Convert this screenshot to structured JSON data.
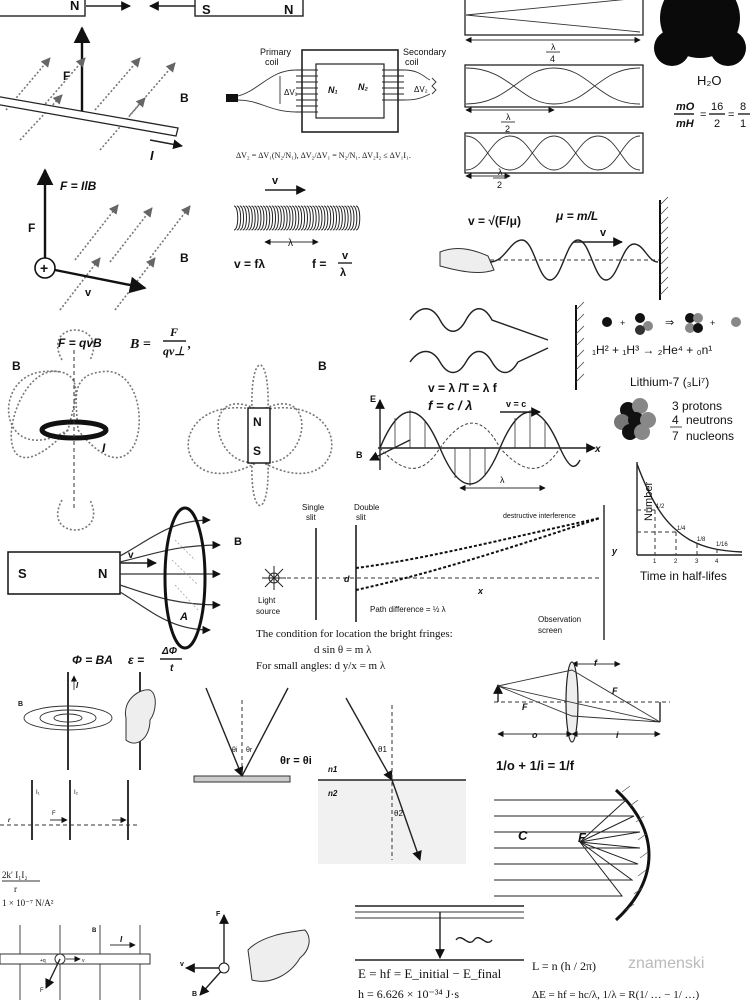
{
  "magnets_top": {
    "left_pole": "N",
    "mid_pole": "S",
    "right_pole": "N"
  },
  "force_wire": {
    "force_label": "F",
    "field_label": "B",
    "current_label": "I"
  },
  "force_wire_eq": {
    "equation": "F = IlB",
    "force_label": "F",
    "field_label": "B"
  },
  "charge": {
    "symbol": "+",
    "velocity_label": "v"
  },
  "lorentz": {
    "force_eq": "F = qvB",
    "b_eq_lhs": "B =",
    "b_eq_num": "F",
    "b_eq_den": "qv⊥",
    "b_eq_tail": ","
  },
  "transformer": {
    "primary_label_1": "Primary",
    "primary_label_2": "coil",
    "secondary_label_1": "Secondary",
    "secondary_label_2": "coil",
    "v1_label": "ΔV₁",
    "v2_label": "ΔV₂",
    "n1_label": "N₁",
    "n2_label": "N₂",
    "equation": "ΔV₂ = ΔV₁(N₂/N₁),   ΔV₂/ΔV₁ = N₂/N₁.   ΔV₂I₂ ≤ ΔV₁I₁."
  },
  "spring_wave": {
    "velocity_label": "v",
    "lambda_label": "λ",
    "eq1": "v = fλ",
    "eq2_lhs": "f =",
    "eq2_num": "v",
    "eq2_den": "λ"
  },
  "standing_waves": {
    "label_1_num": "λ",
    "label_1_den": "4",
    "label_2_num": "λ",
    "label_2_den": "2",
    "label_3_num": "λ",
    "label_3_den": "2"
  },
  "water": {
    "formula": "H₂O",
    "ratio_lhs_num": "mO",
    "ratio_lhs_den": "mH",
    "ratio_mid_num": "16",
    "ratio_mid_den": "2",
    "ratio_rhs_num": "8",
    "ratio_rhs_den": "1"
  },
  "string_wave": {
    "v_eq": "v = √(F/μ)",
    "mu_eq": "μ = m/L",
    "velocity_label": "v"
  },
  "fusion": {
    "equation": "₁H² + ₁H³ → ₂He⁴ + ₀n¹"
  },
  "em_wave": {
    "eq1": "v = λ /T = λ f",
    "eq2": "f = c / λ",
    "e_label": "E",
    "b_label": "B",
    "x_label": "x",
    "v_label": "v = c",
    "lambda_label": "λ"
  },
  "lithium": {
    "title": "Lithium-7  (₃Li⁷)",
    "protons": "3  protons",
    "neutrons_num": "4",
    "neutrons_label": "neutrons",
    "nucleons_num": "7",
    "nucleons_label": "nucleons"
  },
  "field_loops": {
    "b_left": "B",
    "b_right": "B",
    "current_label": "I",
    "magnet_n": "N",
    "magnet_s": "S"
  },
  "decay": {
    "y_label": "Number",
    "x_label": "Time in half-lifes",
    "half": "1/2",
    "quarter": "1/4",
    "eighth": "1/8",
    "sixteenth": "1/16",
    "ticks": [
      "1",
      "2",
      "3",
      "4"
    ]
  },
  "induction_magnet": {
    "s": "S",
    "n": "N",
    "v": "v",
    "b": "B",
    "a": "A"
  },
  "double_slit": {
    "single_slit_1": "Single",
    "single_slit_2": "slit",
    "double_slit_1": "Double",
    "double_slit_2": "slit",
    "light_1": "Light",
    "light_2": "source",
    "d": "d",
    "x": "x",
    "y": "y",
    "destructive": "destructive interference",
    "path_diff": "Path difference = ½ λ",
    "screen_1": "Observation",
    "screen_2": "screen",
    "cond_1": "The condition for location the bright fringes:",
    "cond_2": "d sin θ  = m λ",
    "cond_3": "For small angles: d y/x = m λ"
  },
  "faraday": {
    "phi_eq": "Φ = BA",
    "emf_lhs": "ε =",
    "emf_num": "ΔΦ",
    "emf_den": "t",
    "b": "B",
    "i": "I"
  },
  "reflection": {
    "theta_i": "θi",
    "theta_r": "θr",
    "law": "θr = θi"
  },
  "refraction": {
    "theta1": "θ1",
    "theta2": "θ2",
    "n1": "n1",
    "n2": "n2"
  },
  "lens": {
    "f_top": "f",
    "f_left": "F",
    "f_right": "F",
    "o": "o",
    "i": "i",
    "eq": "1/o + 1/i = 1/f"
  },
  "parallel_wires": {
    "f": "F",
    "r": "r",
    "i1": "I₁",
    "i2": "I₂"
  },
  "wire_force_formula": {
    "line1": "2k′ I₁I₂",
    "line2": "r",
    "line3": "1 × 10⁻⁷ N/A²"
  },
  "mirror": {
    "c": "C",
    "f": "F"
  },
  "bottom_vectors": {
    "b": "B",
    "i": "I",
    "v": "v",
    "f": "F",
    "q": "+q"
  },
  "photon": {
    "eq1": "E  =  hf  =  E_initial  −  E_final",
    "eq2": "h = 6.626 × 10⁻³⁴ J·s"
  },
  "bohr": {
    "l_eq": "L  =  n (h / 2π)",
    "e_eq": "ΔE = hf = hc/λ,   1/λ = R(1/ … − 1/ …)"
  },
  "watermark": "znamenski"
}
